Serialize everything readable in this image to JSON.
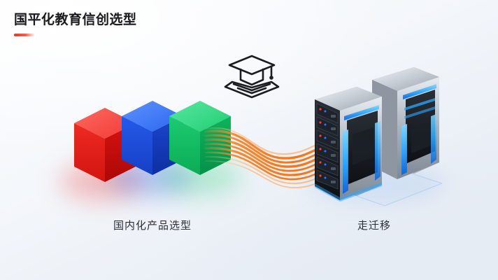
{
  "header": {
    "title": "国平化教育信创选型",
    "accent_color": "#e8352b"
  },
  "scene": {
    "background_colors": [
      "#fbfcfe",
      "#f4f7fb",
      "#eaeff6",
      "#e4eaf2"
    ],
    "education_icon": "graduation-cap-book-icon",
    "cubes": [
      {
        "name": "red-cube",
        "label": "red",
        "top": "#f8534d",
        "left": "#e7231f",
        "right": "#c9100f"
      },
      {
        "name": "blue-cube",
        "label": "blue",
        "top": "#3f7cf0",
        "left": "#1a4fe0",
        "right": "#1138bd"
      },
      {
        "name": "green-cube",
        "label": "green",
        "top": "#3ee08a",
        "left": "#12c263",
        "right": "#08a04d"
      }
    ],
    "flow": {
      "name": "data-flow-streams",
      "color": "#f07a1e",
      "direction": "left-to-right",
      "stream_count": 9
    },
    "servers": {
      "name": "server-racks",
      "count": 2,
      "accent_color": "#2fa8ff",
      "chassis_color": "#b9c2cc",
      "bay_color": "#14161b",
      "led_colors": [
        "#ff3b30",
        "#2f7bff"
      ],
      "bay_count": 6
    }
  },
  "captions": {
    "left": "国内化产品选型",
    "right": "走迁移"
  }
}
